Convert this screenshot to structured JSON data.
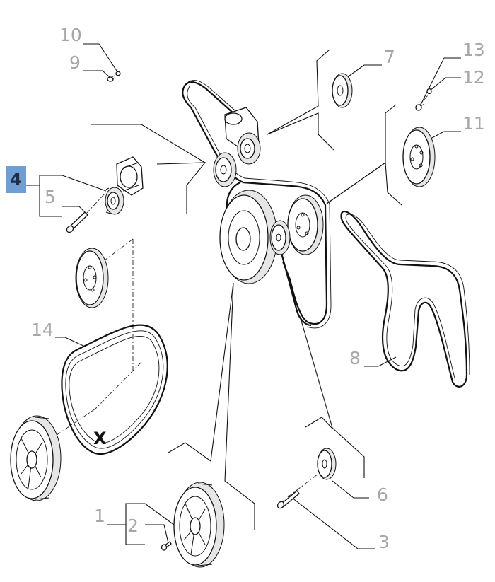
{
  "callouts": {
    "c1": "1",
    "c2": "2",
    "c3": "3",
    "c4": "4",
    "c5": "5",
    "c6": "6",
    "c7": "7",
    "c8": "8",
    "c9": "9",
    "c10": "10",
    "c11": "11",
    "c12": "12",
    "c13": "13",
    "c14": "14"
  },
  "belt_mark": "X",
  "colors": {
    "highlight_bg": "#6e9fd4",
    "highlight_text": "#1f2d44",
    "callout_text": "#a7a7a7",
    "ink": "#111111"
  }
}
